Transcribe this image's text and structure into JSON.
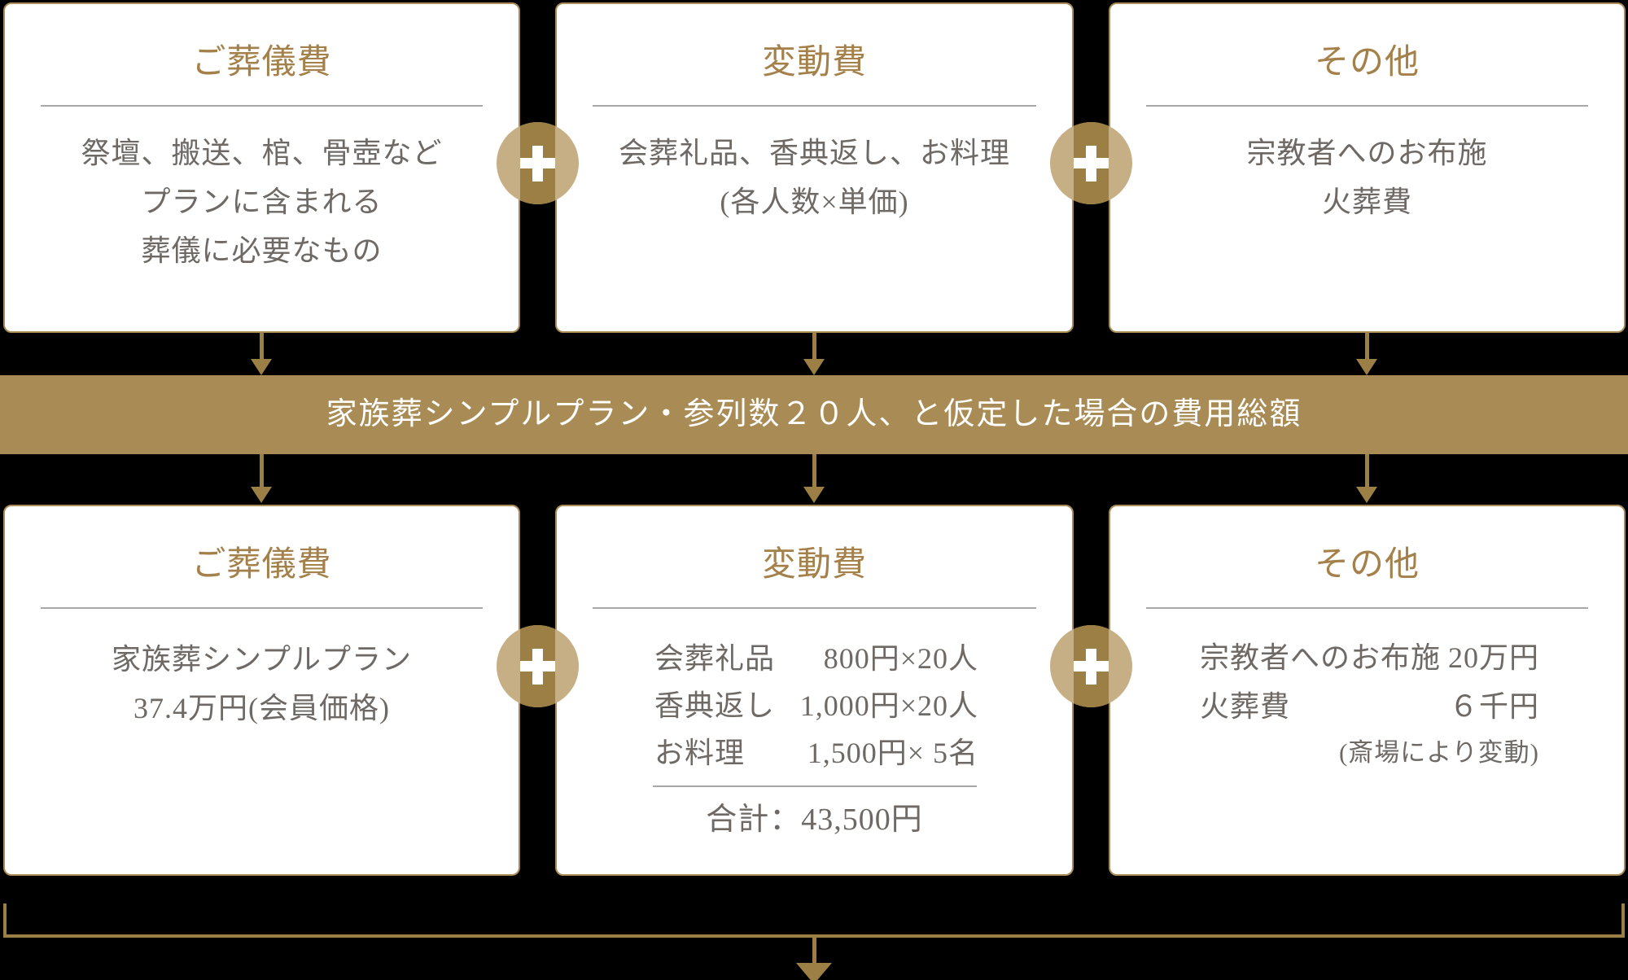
{
  "colors": {
    "background": "#000000",
    "card_background": "#ffffff",
    "gold_border": "#a98c55",
    "title_gold": "#a4804a",
    "arrow_gold": "#9c7f44",
    "plus_circle_light": "#c6ae85",
    "plus_circle_dark": "#9c7f44",
    "body_text_gray": "#6e6964",
    "banner_background": "#a98c55",
    "banner_text": "#ffffff"
  },
  "banner": {
    "label": "家族葬シンプルプラン・参列数２０人、と仮定した場合の費用総額"
  },
  "plus": {
    "symbol": "+"
  },
  "row1": {
    "cards": [
      {
        "title": "ご葬儀費",
        "line1": "祭壇、搬送、棺、骨壺など",
        "line2": "プランに含まれる",
        "line3": "葬儀に必要なもの"
      },
      {
        "title": "変動費",
        "line1": "会葬礼品、香典返し、お料理",
        "line2": "(各人数×単価)"
      },
      {
        "title": "その他",
        "line1": "宗教者へのお布施",
        "line2": "火葬費"
      }
    ]
  },
  "row2": {
    "cards": [
      {
        "title": "ご葬儀費",
        "line1": "家族葬シンプルプラン",
        "line2": "37.4万円(会員価格)"
      },
      {
        "title": "変動費",
        "rows": [
          {
            "label": "会葬礼品",
            "value": "800円×20人"
          },
          {
            "label": "香典返し",
            "value": "1,000円×20人"
          },
          {
            "label": "お料理",
            "value": "1,500円× 5名"
          }
        ],
        "total": "合計：43,500円"
      },
      {
        "title": "その他",
        "rows": [
          {
            "label": "宗教者へのお布施",
            "value": "20万円"
          },
          {
            "label": "火葬費",
            "value": "６千円"
          }
        ],
        "note": "(斎場により変動)"
      }
    ]
  }
}
